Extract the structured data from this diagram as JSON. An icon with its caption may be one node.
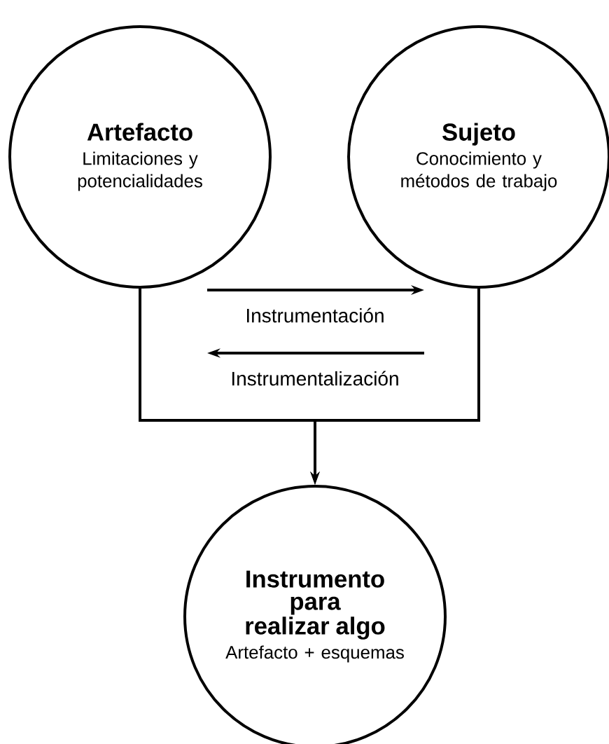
{
  "diagram": {
    "nodes": [
      {
        "text": [
          "Artefacto",
          "Limitaciones y potencialidades"
        ]
      },
      {
        "text": [
          "Sujeto",
          "Conocimiento y métodos de trabajo"
        ]
      },
      {
        "text": [
          "Instrumento para realizar algo",
          "Artefacto + esquemas"
        ]
      }
    ],
    "edges": [
      {
        "from": 0,
        "to": 2,
        "arrow": "to"
      },
      {
        "from": 1,
        "to": 2,
        "arrow": "to"
      },
      {
        "from": 0,
        "to": 1,
        "arrow": "to",
        "label": "Instrumentación"
      },
      {
        "from": 1,
        "to": 0,
        "arrow": "to",
        "label": "Instrumentalización"
      }
    ]
  }
}
